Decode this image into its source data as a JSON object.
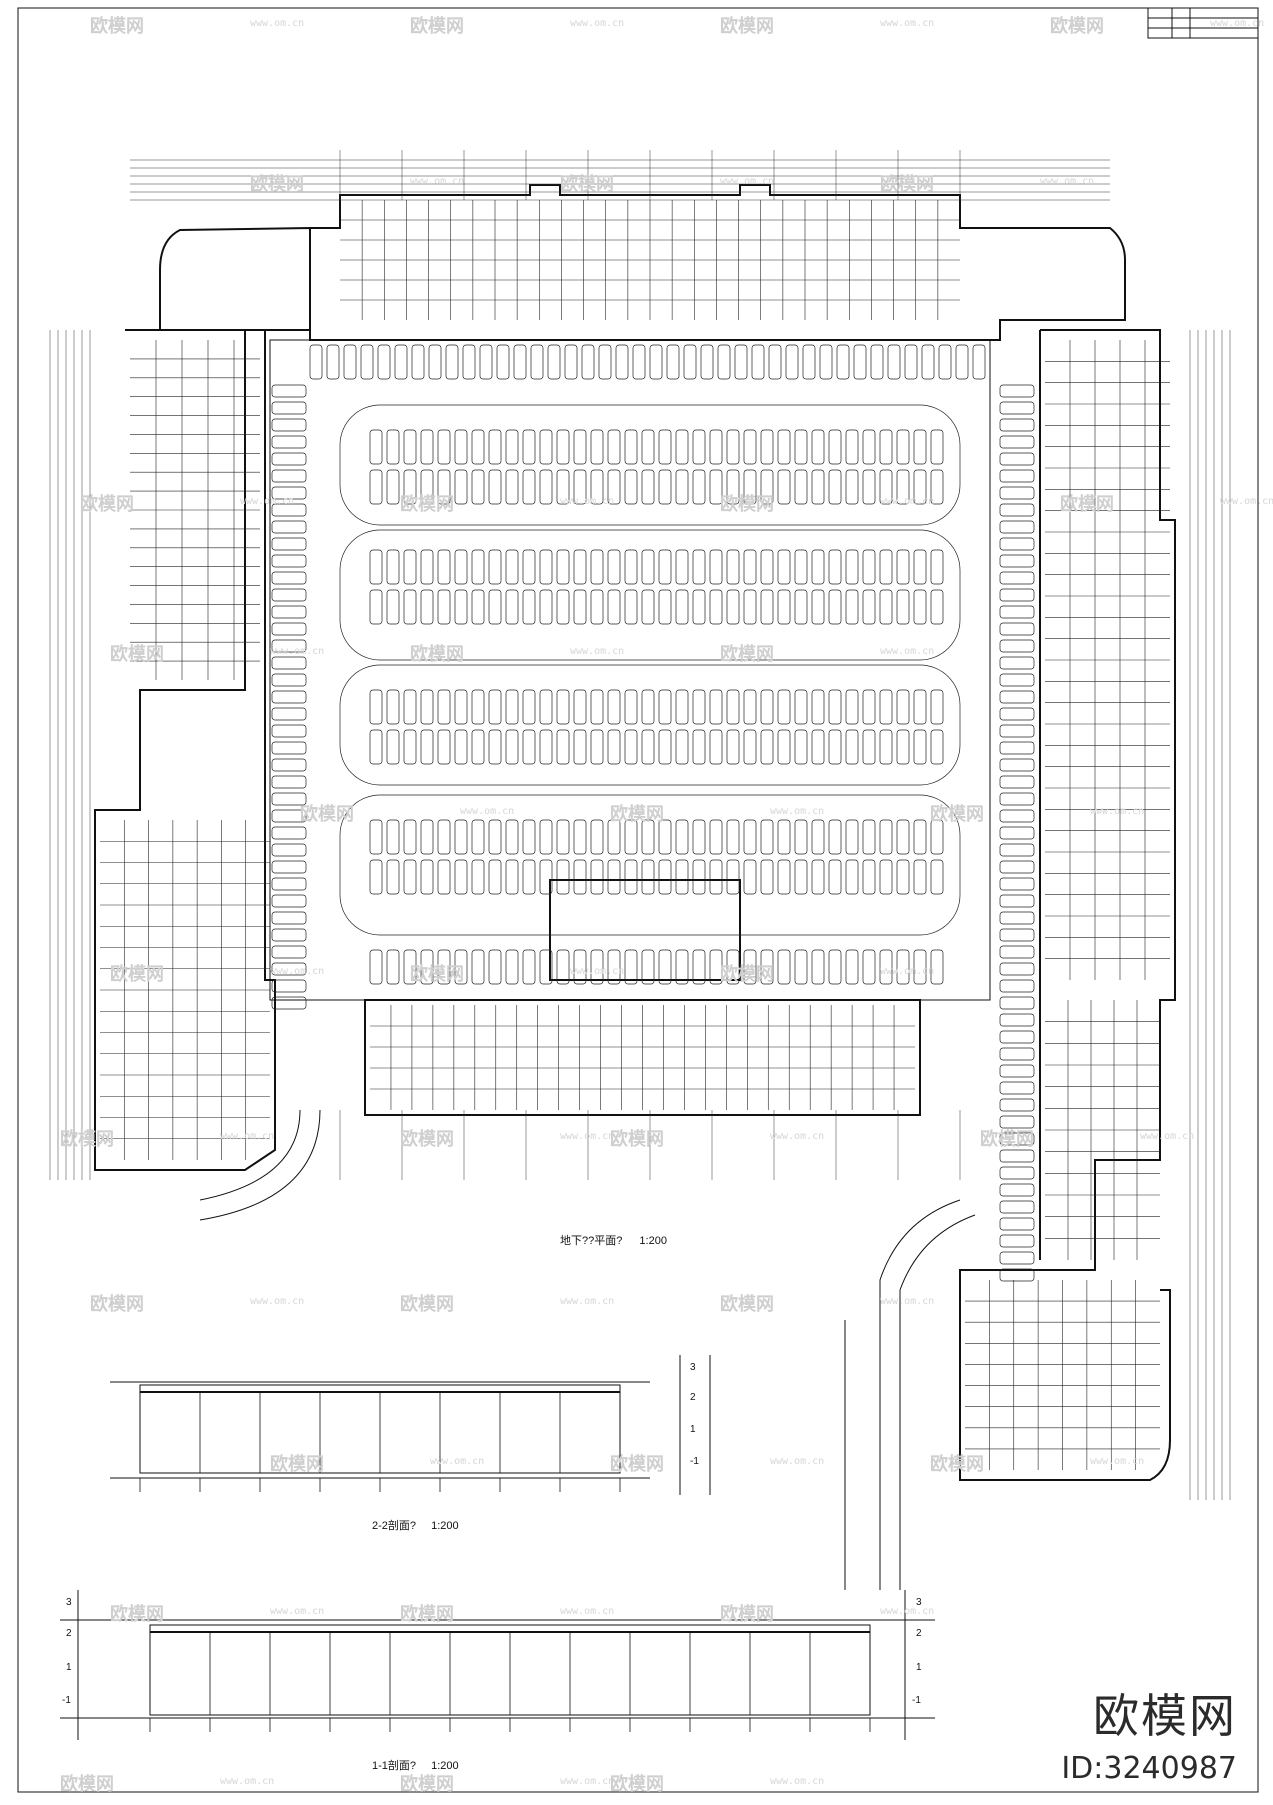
{
  "drawing": {
    "plan_title": "地下??平面?",
    "plan_scale": "1:200",
    "section_22_title": "2-2剖面?",
    "section_22_scale": "1:200",
    "section_11_title": "1-1剖面?",
    "section_11_scale": "1:200",
    "level_labels": [
      "3",
      "2",
      "1",
      "-1"
    ]
  },
  "watermark": {
    "brand": "欧模网",
    "url": "www.om.cn",
    "id": "ID:3240987"
  },
  "colors": {
    "line": "#111111",
    "paper": "#ffffff",
    "watermark": "#cfcfcf"
  }
}
